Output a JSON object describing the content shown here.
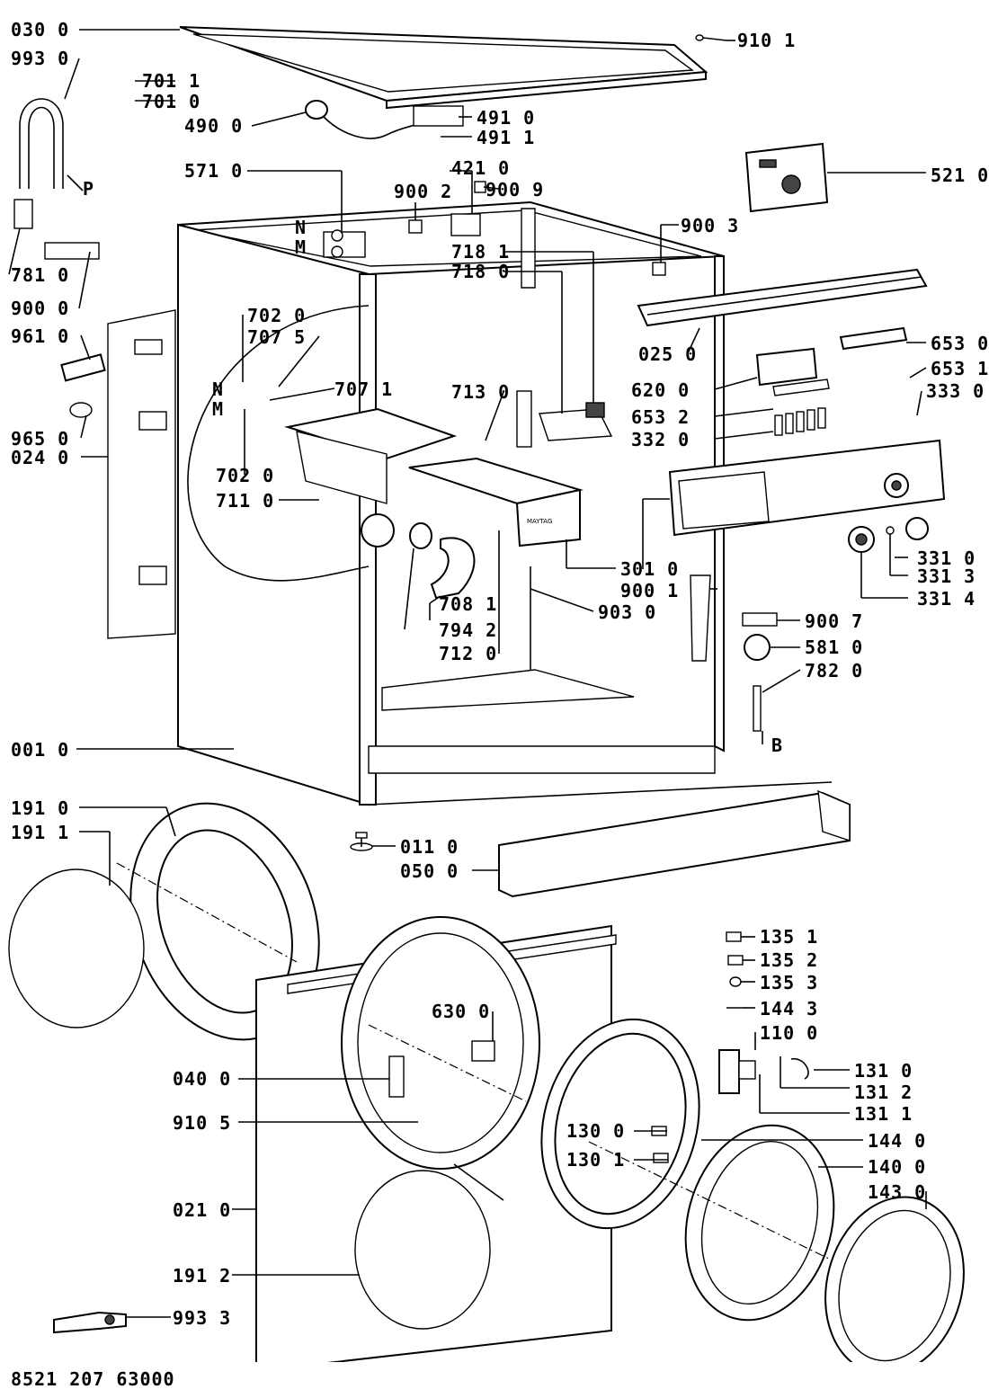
{
  "document_number": "8521 207 63000",
  "callouts": [
    {
      "id": "030-0",
      "text": "030 0"
    },
    {
      "id": "993-0",
      "text": "993 0"
    },
    {
      "id": "701-1",
      "text": "701 1"
    },
    {
      "id": "701-0",
      "text": "701 0"
    },
    {
      "id": "490-0",
      "text": "490 0"
    },
    {
      "id": "491-0",
      "text": "491 0"
    },
    {
      "id": "491-1",
      "text": "491 1"
    },
    {
      "id": "910-1",
      "text": "910 1"
    },
    {
      "id": "571-0",
      "text": "571 0"
    },
    {
      "id": "421-0",
      "text": "421 0"
    },
    {
      "id": "900-2",
      "text": "900 2"
    },
    {
      "id": "900-9",
      "text": "900 9"
    },
    {
      "id": "521-0",
      "text": "521 0"
    },
    {
      "id": "900-3",
      "text": "900 3"
    },
    {
      "id": "781-0",
      "text": "781 0"
    },
    {
      "id": "900-0",
      "text": "900 0"
    },
    {
      "id": "961-0",
      "text": "961 0"
    },
    {
      "id": "702-0a",
      "text": "702 0"
    },
    {
      "id": "707-5",
      "text": "707 5"
    },
    {
      "id": "707-1",
      "text": "707 1"
    },
    {
      "id": "718-1",
      "text": "718 1"
    },
    {
      "id": "718-0",
      "text": "718 0"
    },
    {
      "id": "713-0",
      "text": "713 0"
    },
    {
      "id": "025-0",
      "text": "025 0"
    },
    {
      "id": "653-0",
      "text": "653 0"
    },
    {
      "id": "653-1",
      "text": "653 1"
    },
    {
      "id": "333-0",
      "text": "333 0"
    },
    {
      "id": "620-0",
      "text": "620 0"
    },
    {
      "id": "653-2",
      "text": "653 2"
    },
    {
      "id": "332-0",
      "text": "332 0"
    },
    {
      "id": "965-0",
      "text": "965 0"
    },
    {
      "id": "024-0",
      "text": "024 0"
    },
    {
      "id": "702-0b",
      "text": "702 0"
    },
    {
      "id": "711-0",
      "text": "711 0"
    },
    {
      "id": "301-0",
      "text": "301 0"
    },
    {
      "id": "331-0",
      "text": "331 0"
    },
    {
      "id": "331-3",
      "text": "331 3"
    },
    {
      "id": "331-4",
      "text": "331 4"
    },
    {
      "id": "900-1",
      "text": "900 1"
    },
    {
      "id": "708-1",
      "text": "708 1"
    },
    {
      "id": "903-0",
      "text": "903 0"
    },
    {
      "id": "794-2",
      "text": "794 2"
    },
    {
      "id": "712-0",
      "text": "712 0"
    },
    {
      "id": "900-7",
      "text": "900 7"
    },
    {
      "id": "581-0",
      "text": "581 0"
    },
    {
      "id": "782-0",
      "text": "782 0"
    },
    {
      "id": "001-0",
      "text": "001 0"
    },
    {
      "id": "191-0",
      "text": "191 0"
    },
    {
      "id": "191-1",
      "text": "191 1"
    },
    {
      "id": "011-0",
      "text": "011 0"
    },
    {
      "id": "050-0",
      "text": "050 0"
    },
    {
      "id": "135-1",
      "text": "135 1"
    },
    {
      "id": "135-2",
      "text": "135 2"
    },
    {
      "id": "135-3",
      "text": "135 3"
    },
    {
      "id": "144-3",
      "text": "144 3"
    },
    {
      "id": "110-0",
      "text": "110 0"
    },
    {
      "id": "630-0",
      "text": "630 0"
    },
    {
      "id": "131-0",
      "text": "131 0"
    },
    {
      "id": "131-2",
      "text": "131 2"
    },
    {
      "id": "131-1",
      "text": "131 1"
    },
    {
      "id": "040-0",
      "text": "040 0"
    },
    {
      "id": "910-5",
      "text": "910 5"
    },
    {
      "id": "130-0",
      "text": "130 0"
    },
    {
      "id": "144-0",
      "text": "144 0"
    },
    {
      "id": "130-1",
      "text": "130 1"
    },
    {
      "id": "140-0",
      "text": "140 0"
    },
    {
      "id": "143-0",
      "text": "143 0"
    },
    {
      "id": "021-0",
      "text": "021 0"
    },
    {
      "id": "191-2",
      "text": "191 2"
    },
    {
      "id": "993-3",
      "text": "993 3"
    }
  ],
  "markers": {
    "p": "P",
    "n_top": "N",
    "m_top": "M",
    "n_side": "N",
    "m_side": "M",
    "b": "B"
  },
  "brand_text": "MAYTAG"
}
